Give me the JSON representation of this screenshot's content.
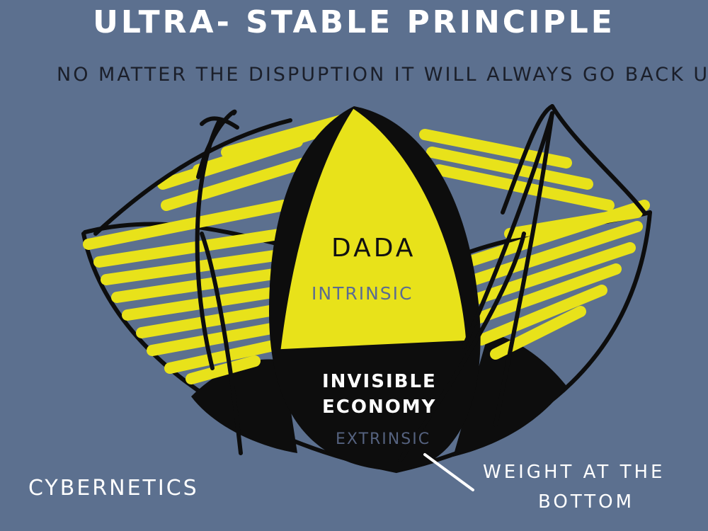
{
  "title": "ULTRA- STABLE PRINCIPLE",
  "subtitle": "NO MATTER THE DISPUPTION IT WILL ALWAYS GO BACK UP",
  "diagram": {
    "core_top_label": "DADA",
    "core_top_sublabel": "INTRINSIC",
    "core_bottom_label_line1": "INVISIBLE",
    "core_bottom_label_line2": "ECONOMY",
    "core_bottom_sublabel": "EXTRINSIC",
    "annotation_line1": "WEIGHT AT THE",
    "annotation_line2": "BOTTOM",
    "corner_label": "CYBERNETICS"
  },
  "colors": {
    "background": "#5c708f",
    "yellow": "#e8e21a",
    "ink": "#0d0d0d",
    "white": "#ffffff"
  }
}
